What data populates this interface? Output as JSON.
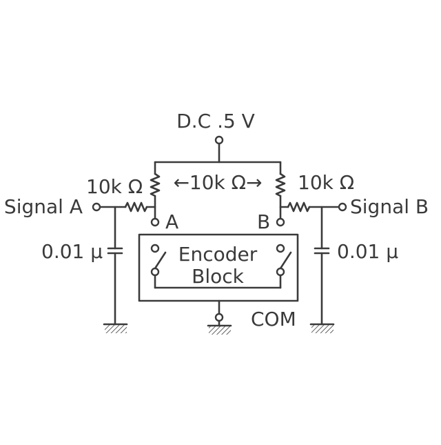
{
  "labels": {
    "supply": "D.C .5 V",
    "r_top_left": "10k Ω",
    "r_middle": "←10k Ω→",
    "r_top_right": "10k Ω",
    "signal_a": "Signal A",
    "signal_b": "Signal B",
    "node_a": "A",
    "node_b": "B",
    "cap_left": "0.01 µ",
    "cap_right": "0.01 µ",
    "encoder_line1": "Encoder",
    "encoder_line2": "Block",
    "com": "COM"
  }
}
